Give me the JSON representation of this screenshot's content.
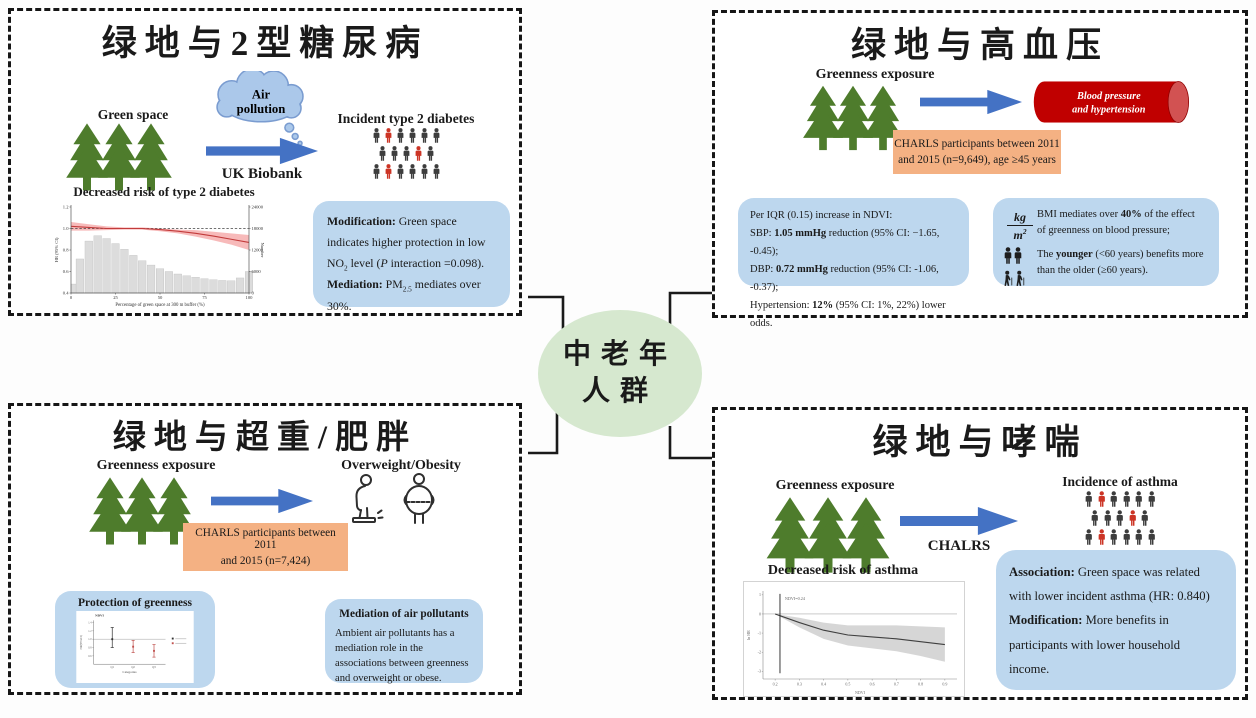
{
  "center": {
    "line1": "中老年",
    "line2": "人群"
  },
  "colors": {
    "arrow_blue": "#4472c4",
    "box_blue": "#bdd7ee",
    "box_orange": "#f4b183",
    "tree_green": "#4e7c2c",
    "ellipse_green": "#d6e8cf",
    "person_dark": "#3d3d3d",
    "person_red": "#cc3425",
    "cylinder_red": "#c00000",
    "dashed_arrow_blue": "#2e75b6",
    "cloud_blue": "#abc8ea"
  },
  "panels": {
    "diabetes": {
      "title": "绿地与2型糖尿病",
      "exposure_label": "Green space",
      "cloud": {
        "line1": "Air",
        "line2": "pollution"
      },
      "arrow_label": "UK Biobank",
      "outcome_label": "Incident type 2 diabetes",
      "people_rows": [
        [
          "d",
          "r",
          "d",
          "d",
          "d",
          "d"
        ],
        [
          "d",
          "d",
          "d",
          "r",
          "d"
        ],
        [
          "d",
          "r",
          "d",
          "d",
          "d",
          "d"
        ]
      ],
      "chart_title": "Decreased risk of type 2 diabetes",
      "result_box": {
        "label1": "Modification:",
        "t1a": " Green space indicates higher protection in low NO",
        "sub1": "2",
        "t1b": " level (",
        "i1": "P",
        "t1c": " interaction =0.098).",
        "label2": "Mediation:",
        "t2a": " PM",
        "sub2": "2.5",
        "t2b": " mediates over 30%."
      }
    },
    "hypertension": {
      "title": "绿地与高血压",
      "exposure_label": "Greenness exposure",
      "outcome": {
        "line1": "Blood pressure",
        "line2": "and hypertension"
      },
      "cohort_box": {
        "line1": "CHARLS participants between 2011",
        "line2": "and 2015 (n=9,649), age ≥45 years"
      },
      "findings_box": {
        "line1": "Per IQR (0.15) increase in NDVI:",
        "l2a": "SBP: ",
        "l2b": "1.05 mmHg",
        "l2c": " reduction (95% CI: −1.65, -0.45);",
        "l3a": "DBP: ",
        "l3b": "0.72 mmHg",
        "l3c": " reduction (95% CI: -1.06, -0.37);",
        "l4a": "Hypertension: ",
        "l4b": "12%",
        "l4c": " (95% CI: 1%, 22%) lower odds."
      },
      "mediation_box": {
        "unit_num": "kg",
        "unit_den": "m",
        "unit_exp": "2",
        "r1a": "BMI mediates over ",
        "r1b": "40%",
        "r1c": " of the effect",
        "r2": "of greenness on blood pressure;",
        "r3a": "The ",
        "r3b": "younger",
        "r3c": " (<60 years) benefits more",
        "r4": "than the older (≥60 years)."
      }
    },
    "obesity": {
      "title": "绿地与超重/肥胖",
      "exposure_label": "Greenness exposure",
      "outcome_label": "Overweight/Obesity",
      "cohort_box": {
        "line1": "CHARLS participants between 2011",
        "line2": "and 2015 (n=7,424)"
      },
      "protection_box": {
        "title": "Protection of greenness"
      },
      "mediation_box": {
        "title": "Mediation of air pollutants",
        "body": "Ambient air pollutants has a mediation role in the associations between greenness and overweight or obese."
      }
    },
    "asthma": {
      "title": "绿地与哮喘",
      "exposure_label": "Greenness exposure",
      "arrow_label": "CHALRS",
      "outcome_label": "Incidence of asthma",
      "people_rows": [
        [
          "d",
          "r",
          "d",
          "d",
          "d",
          "d"
        ],
        [
          "d",
          "d",
          "d",
          "r",
          "d"
        ],
        [
          "d",
          "r",
          "d",
          "d",
          "d",
          "d"
        ]
      ],
      "chart_title": "Decreased risk of asthma",
      "result_box": {
        "label1": "Association:",
        "t1": " Green space was related with lower incident asthma (HR: 0.840)",
        "label2": "Modification:",
        "t2": " More benefits in participants with lower household income."
      }
    }
  },
  "chart_data": [
    {
      "id": "diabetes_dose_response",
      "type": "line",
      "title": "Decreased risk of type 2 diabetes",
      "xlabel": "Percentage of green space at 300 m buffer (%)",
      "ylabel_left": "HR (95% CI)",
      "ylabel_right": "Number",
      "xlim": [
        0,
        100
      ],
      "ylim_left": [
        0.4,
        1.2
      ],
      "ylim_right": [
        0,
        24000
      ],
      "x_ticks": [
        0,
        25,
        50,
        75,
        100
      ],
      "y_ticks_left": [
        0.4,
        0.6,
        0.8,
        1.0,
        1.2
      ],
      "y_ticks_right": [
        0,
        6000,
        12000,
        18000,
        24000
      ],
      "reference_line": 1.0,
      "hr_x": [
        0,
        10,
        20,
        30,
        40,
        50,
        60,
        70,
        80,
        90,
        100
      ],
      "hr_y": [
        1.02,
        1.01,
        1.0,
        1.0,
        1.0,
        0.99,
        0.975,
        0.955,
        0.93,
        0.9,
        0.87
      ],
      "hr_upper": [
        1.06,
        1.04,
        1.02,
        1.01,
        1.01,
        1.0,
        0.99,
        0.985,
        0.97,
        0.955,
        0.94
      ],
      "hr_lower": [
        0.98,
        0.98,
        0.985,
        0.99,
        0.99,
        0.975,
        0.955,
        0.925,
        0.89,
        0.85,
        0.8
      ],
      "hist_x": [
        0,
        5,
        10,
        15,
        20,
        25,
        30,
        35,
        40,
        45,
        50,
        55,
        60,
        65,
        70,
        75,
        80,
        85,
        90,
        95,
        100
      ],
      "hist_y": [
        2500,
        9500,
        14500,
        16000,
        15200,
        13800,
        12200,
        10500,
        9000,
        7800,
        6800,
        6000,
        5300,
        4800,
        4400,
        4000,
        3700,
        3500,
        3400,
        4200,
        6000
      ]
    },
    {
      "id": "obesity_forest",
      "type": "scatter",
      "title": "NDVI",
      "xlabel": "Categories",
      "ylabel": "HR(95%CI)",
      "reference_line": 1.0,
      "categories": [
        "Q1",
        "Q2",
        "Q3"
      ],
      "hr": [
        1.0,
        0.82,
        0.72
      ],
      "ci_low": [
        0.8,
        0.68,
        0.57
      ],
      "ci_high": [
        1.28,
        0.97,
        0.87
      ],
      "colors": [
        "#333333",
        "#c0504d",
        "#c0504d"
      ]
    },
    {
      "id": "asthma_dose_response",
      "type": "area",
      "title": "Decreased risk of asthma",
      "xlabel": "NDVI",
      "ylabel": "ln HR",
      "annotation": "NDVI=0.24",
      "x": [
        0.2,
        0.3,
        0.4,
        0.5,
        0.6,
        0.7,
        0.8,
        0.9
      ],
      "y": [
        0,
        -0.45,
        -0.85,
        -1.1,
        -1.2,
        -1.3,
        -1.45,
        -1.6
      ],
      "upper": [
        0,
        -0.2,
        -0.45,
        -0.6,
        -0.6,
        -0.6,
        -0.65,
        -0.7
      ],
      "lower": [
        0,
        -0.7,
        -1.3,
        -1.65,
        -1.8,
        -1.95,
        -2.2,
        -2.5
      ],
      "reference_line": 0,
      "vline_x": 0.22,
      "x_ticks": [
        0.2,
        0.3,
        0.4,
        0.5,
        0.6,
        0.7,
        0.8,
        0.9
      ],
      "y_ticks": [
        1,
        0,
        -1,
        -2,
        -3
      ]
    }
  ]
}
